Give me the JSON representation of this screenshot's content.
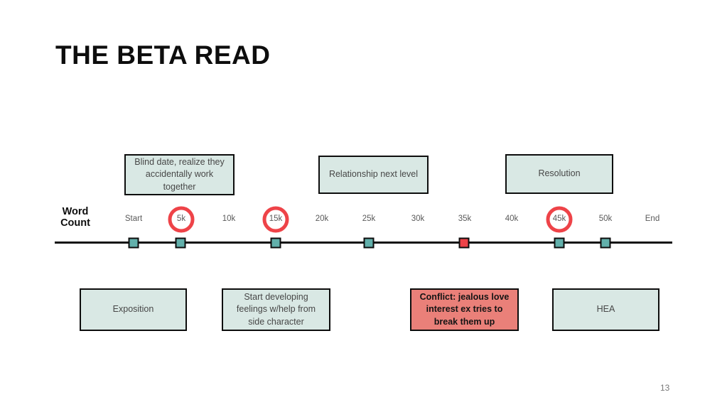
{
  "slide": {
    "title": "THE BETA READ",
    "page_number": "13"
  },
  "colors": {
    "event_box_mint": "#d9e8e4",
    "event_box_salmon": "#ea8079",
    "accent_red": "#ee4348",
    "marker_teal": "#62b0ab",
    "axis_black": "#111111",
    "tick_gray": "#5a5a5a"
  },
  "timeline": {
    "axis_label_line1": "Word",
    "axis_label_line2": "Count",
    "ticks": [
      {
        "label": "Start"
      },
      {
        "label": "5k",
        "circled": true
      },
      {
        "label": "10k"
      },
      {
        "label": "15k",
        "circled": true
      },
      {
        "label": "20k"
      },
      {
        "label": "25k"
      },
      {
        "label": "30k"
      },
      {
        "label": "35k"
      },
      {
        "label": "40k"
      },
      {
        "label": "45k",
        "circled": true
      },
      {
        "label": "50k"
      },
      {
        "label": "End"
      }
    ],
    "circled_ticks": [
      "5k",
      "15k",
      "45k"
    ],
    "markers": [
      {
        "at": "Start",
        "color": "teal"
      },
      {
        "at": "5k",
        "color": "teal"
      },
      {
        "at": "15k",
        "color": "teal"
      },
      {
        "at": "25k",
        "color": "teal"
      },
      {
        "at": "35k",
        "color": "red"
      },
      {
        "at": "45k",
        "color": "teal"
      },
      {
        "at": "50k",
        "color": "teal"
      }
    ]
  },
  "events": {
    "above": [
      {
        "label": "Blind date, realize they accidentally work together"
      },
      {
        "label": "Relationship next level"
      },
      {
        "label": "Resolution"
      }
    ],
    "below": [
      {
        "label": "Exposition"
      },
      {
        "label": "Start developing feelings w/help from side character"
      },
      {
        "label": "Conflict: jealous love interest ex tries to break them up",
        "highlight": true
      },
      {
        "label": "HEA"
      }
    ]
  }
}
